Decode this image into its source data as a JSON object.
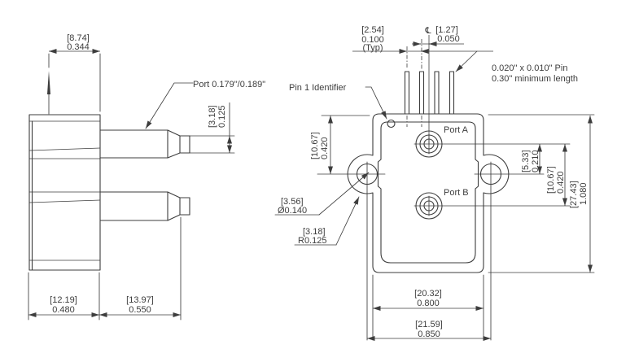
{
  "meta": {
    "drawing_type": "pressure-sensor-package-dimension-drawing",
    "background_color": "#ffffff",
    "line_color": "#3d3d3d",
    "units_convention": "[mm] over inches"
  },
  "side_view": {
    "dim_pin_to_edge": {
      "mm": "[8.74]",
      "inch": "0.344"
    },
    "port_note": "Port 0.179\"/0.189\"",
    "dim_tip_od": {
      "mm": "[3.18]",
      "inch": "0.125"
    },
    "dim_body_width": {
      "mm": "[12.19]",
      "inch": "0.480"
    },
    "dim_port_length": {
      "mm": "[13.97]",
      "inch": "0.550"
    }
  },
  "front_view": {
    "dim_pin_pitch": {
      "mm": "[2.54]",
      "inch": "0.100",
      "qualifier": "(Typ)"
    },
    "centerline_symbol": "℄",
    "dim_pin_to_centerline": {
      "mm": "[1.27]",
      "inch": "0.050"
    },
    "pin_note": {
      "line1": "0.020\" x 0.010\" Pin",
      "line2": "0.30\" minimum length"
    },
    "pin1_identifier_label": "Pin 1 Identifier",
    "port_a_label": "Port A",
    "port_b_label": "Port B",
    "dim_top_to_hole": {
      "mm": "[10.67]",
      "inch": "0.420"
    },
    "dim_hole_diameter": {
      "mm": "[3.56]",
      "inch": "Ø0.140"
    },
    "dim_fillet_radius": {
      "mm": "[3.18]",
      "inch": "R0.125"
    },
    "dim_port_a_to_hole": {
      "mm": "[5.33]",
      "inch": "0.210"
    },
    "dim_port_a_to_port_b": {
      "mm": "[10.67]",
      "inch": "0.420"
    },
    "dim_body_height": {
      "mm": "[27.43]",
      "inch": "1.080"
    },
    "dim_body_width": {
      "mm": "[20.32]",
      "inch": "0.800"
    },
    "dim_hole_spacing": {
      "mm": "[21.59]",
      "inch": "0.850"
    }
  }
}
